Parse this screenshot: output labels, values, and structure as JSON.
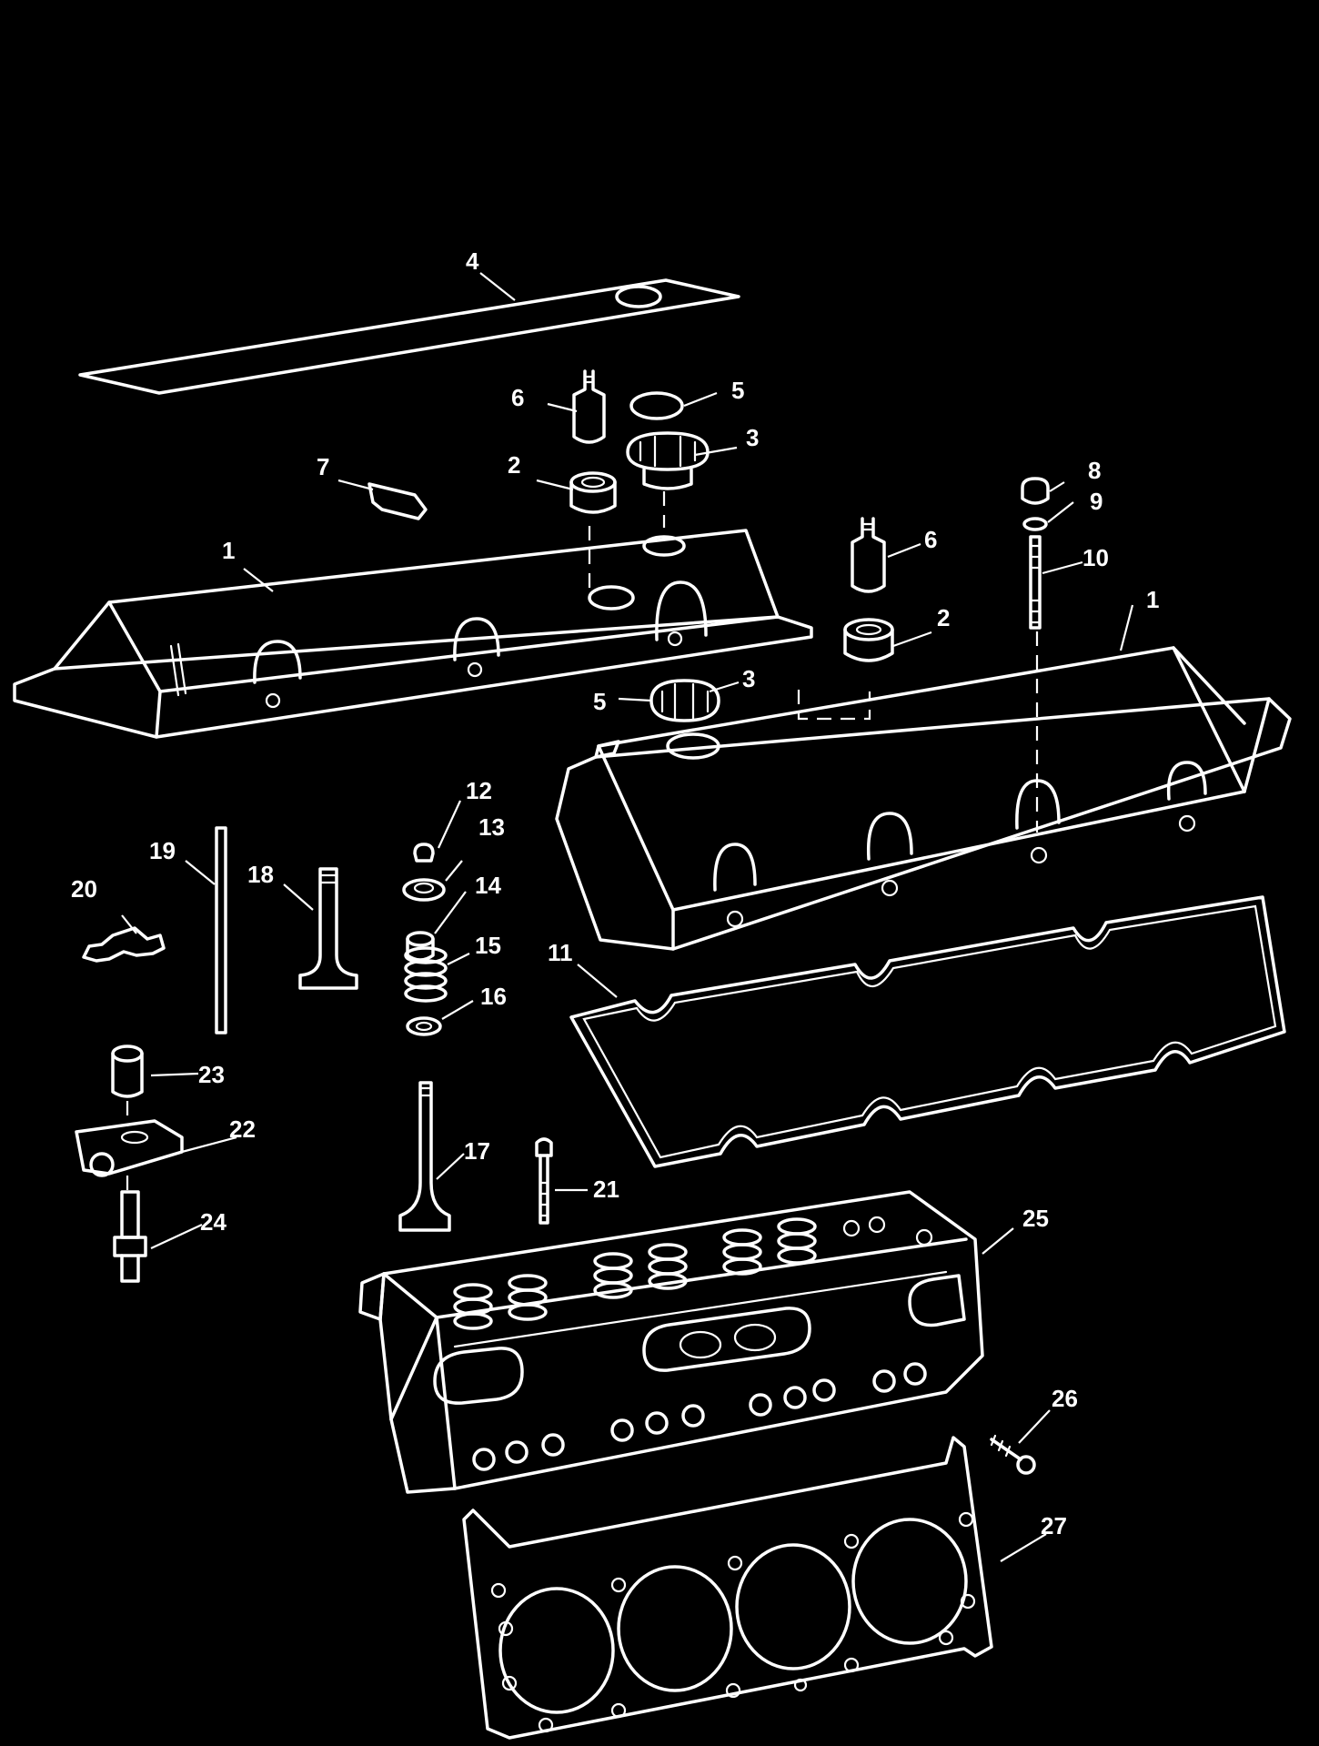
{
  "callouts": [
    {
      "id": "c1a",
      "text": "1"
    },
    {
      "id": "c1b",
      "text": "1"
    },
    {
      "id": "c2a",
      "text": "2"
    },
    {
      "id": "c2b",
      "text": "2"
    },
    {
      "id": "c3a",
      "text": "3"
    },
    {
      "id": "c3b",
      "text": "3"
    },
    {
      "id": "c4",
      "text": "4"
    },
    {
      "id": "c5a",
      "text": "5"
    },
    {
      "id": "c5b",
      "text": "5"
    },
    {
      "id": "c6a",
      "text": "6"
    },
    {
      "id": "c6b",
      "text": "6"
    },
    {
      "id": "c7",
      "text": "7"
    },
    {
      "id": "c8",
      "text": "8"
    },
    {
      "id": "c9",
      "text": "9"
    },
    {
      "id": "c10",
      "text": "10"
    },
    {
      "id": "c11",
      "text": "11"
    },
    {
      "id": "c12",
      "text": "12"
    },
    {
      "id": "c13",
      "text": "13"
    },
    {
      "id": "c14",
      "text": "14"
    },
    {
      "id": "c15",
      "text": "15"
    },
    {
      "id": "c16",
      "text": "16"
    },
    {
      "id": "c17",
      "text": "17"
    },
    {
      "id": "c18",
      "text": "18"
    },
    {
      "id": "c19",
      "text": "19"
    },
    {
      "id": "c20",
      "text": "20"
    },
    {
      "id": "c21",
      "text": "21"
    },
    {
      "id": "c22",
      "text": "22"
    },
    {
      "id": "c23",
      "text": "23"
    },
    {
      "id": "c24",
      "text": "24"
    },
    {
      "id": "c25",
      "text": "25"
    },
    {
      "id": "c26",
      "text": "26"
    },
    {
      "id": "c27",
      "text": "27"
    }
  ],
  "colors": {
    "background": "#000000",
    "line": "#ffffff"
  }
}
